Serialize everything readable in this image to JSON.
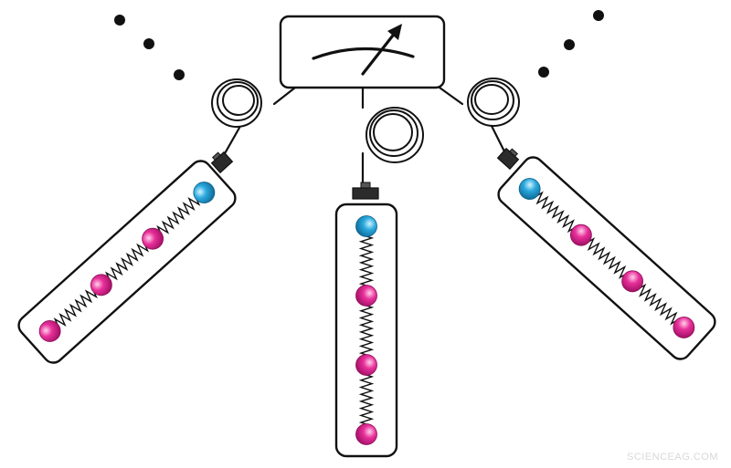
{
  "colors": {
    "outline": "#111111",
    "ion_qubit": "#e0268c",
    "ion_ancilla": "#25a3d8",
    "background": "#ffffff",
    "watermark": "#d8d8d8"
  },
  "diagram": {
    "meter": {
      "icon": "measurement-meter-icon"
    },
    "traps": [
      {
        "name": "left",
        "ions": [
          "ancilla",
          "qubit",
          "qubit",
          "qubit"
        ]
      },
      {
        "name": "center",
        "ions": [
          "ancilla",
          "qubit",
          "qubit",
          "qubit"
        ]
      },
      {
        "name": "right",
        "ions": [
          "ancilla",
          "qubit",
          "qubit",
          "qubit"
        ]
      }
    ],
    "ellipsis_groups": [
      "left",
      "right"
    ]
  },
  "watermark": {
    "text": "SCIENCEAG.COM"
  }
}
